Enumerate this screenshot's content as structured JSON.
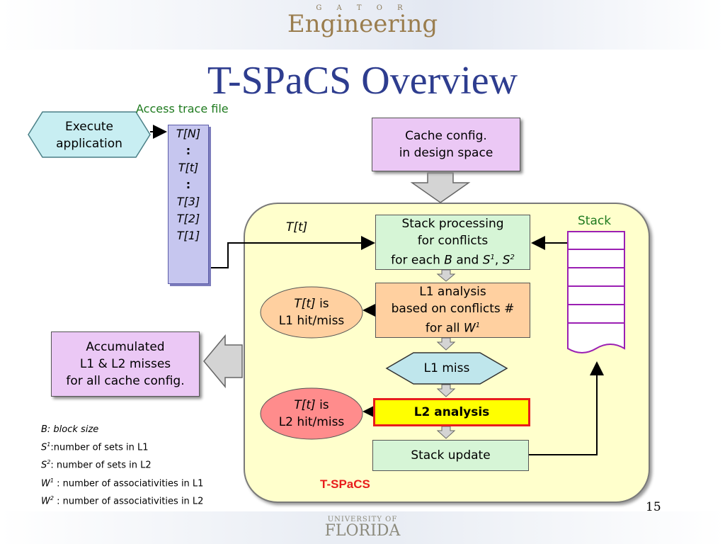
{
  "header": {
    "logo_small": "G A T O R",
    "logo_main": "Engineering"
  },
  "title": "T-SPaCS Overview",
  "labels": {
    "access_trace": "Access trace file",
    "stack": "Stack",
    "t_t": "T[t]",
    "tspacs": "T-SPaCS"
  },
  "execute_app": {
    "line1": "Execute",
    "line2": "application"
  },
  "trace_file": [
    "T[N]",
    ":",
    "T[t]",
    ":",
    "T[3]",
    "T[2]",
    "T[1]"
  ],
  "cache_config": {
    "line1": "Cache config.",
    "line2": "in design space"
  },
  "accumulated": {
    "line1": "Accumulated",
    "line2": "L1 & L2 misses",
    "line3": "for all cache config."
  },
  "stack_processing": {
    "line1": "Stack processing",
    "line2": "for conflicts",
    "line3_a": "for each ",
    "line3_b": "B",
    "line3_c": " and ",
    "line3_d": "S",
    "line3_e": "1",
    "line3_f": ", ",
    "line3_g": "S",
    "line3_h": "2"
  },
  "l1_analysis": {
    "line1": "L1 analysis",
    "line2": "based on conflicts #",
    "line3_a": "for all ",
    "line3_b": "W",
    "line3_c": "1"
  },
  "l1_miss": "L1 miss",
  "l2_analysis": "L2 analysis",
  "stack_update": "Stack update",
  "l1_hit": {
    "t": "T[t]",
    "is": " is",
    "line2": "L1 hit/miss"
  },
  "l2_hit": {
    "t": "T[t]",
    "is": " is",
    "line2": "L2 hit/miss"
  },
  "legend": [
    {
      "sym": "B",
      "sup": "",
      "text": ": block size"
    },
    {
      "sym": "S",
      "sup": "1",
      "text": ":number of sets in L1"
    },
    {
      "sym": "S",
      "sup": "2",
      "text": ": number of sets in L2"
    },
    {
      "sym": "W",
      "sup": "1",
      "text": " : number of associativities in L1"
    },
    {
      "sym": "W",
      "sup": "2",
      "text": " : number of associativities in L2"
    }
  ],
  "slide_number": "15",
  "footer": {
    "small": "UNIVERSITY OF",
    "big": "FLORIDA"
  },
  "colors": {
    "title": "#2e3d8f",
    "green_label": "#1e7a1e",
    "tspacs_label": "#e81c1c"
  }
}
